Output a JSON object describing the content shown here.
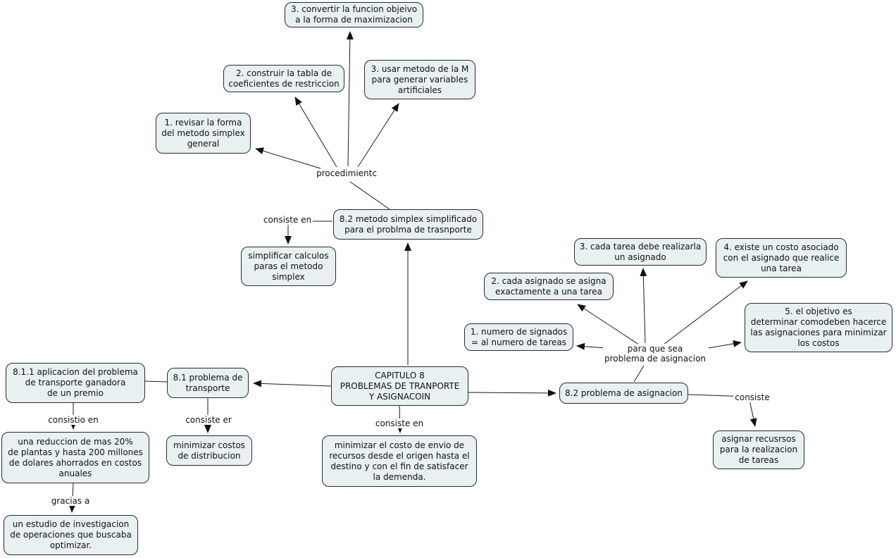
{
  "diagram": {
    "type": "concept-map",
    "background_color": "#ffffff",
    "node_fill_color": "#e8f0f1",
    "node_border_color": "#2b2b2b",
    "text_color": "#111111",
    "line_color": "#1a1a1a"
  },
  "nodes": {
    "convertir_funcion": {
      "label": "3. convertir la funcion objeivo\na la forma de maximizacion"
    },
    "construir_tabla": {
      "label": "2. construir la tabla de\ncoeficientes de restriccion"
    },
    "usar_metodo_m": {
      "label": "3. usar metodo de la M\npara generar variables\nartificiales"
    },
    "revisar_forma": {
      "label": "1. revisar la forma\ndel metodo simplex\ngeneral"
    },
    "metodo_simplex": {
      "label": "8.2 metodo simplex simplificado\npara el problma de trasnporte"
    },
    "simplificar_calculos": {
      "label": "simplificar calculos\nparas el metodo\nsimplex"
    },
    "tarea_asignado": {
      "label": "3. cada tarea debe realizarla\nun asignado"
    },
    "costo_asociado": {
      "label": "4. existe un costo asociado\ncon el asignado que realice\nuna tarea"
    },
    "asignado_exacto": {
      "label": "2. cada asignado se asigna\nexactamente a una tarea"
    },
    "numero_asignados": {
      "label": "1. numero de signados\n= al numero de tareas"
    },
    "objetivo_minimizar": {
      "label": "5. el objetivo es\ndeterminar comodeben hacerce\nlas asignaciones para minimizar\nlos costos"
    },
    "capitulo_8": {
      "label": "CAPITULO 8\nPROBLEMAS DE TRANPORTE\nY ASIGNACOIN"
    },
    "problema_transporte": {
      "label": "8.1 problema de\ntransporte"
    },
    "aplicacion_premio": {
      "label": "8.1.1 aplicacion del problema\nde transporte ganadora\nde un premio"
    },
    "problema_asignacion": {
      "label": "8.2 problema de asignacion"
    },
    "reduccion_plantas": {
      "label": "una reduccion de mas 20%\nde plantas y hasta 200 millones\nde dolares ahorrados en costos\nanuales"
    },
    "minimizar_costos_distribucion": {
      "label": "minimizar costos\nde distribucion"
    },
    "minimizar_costo_envio": {
      "label": "minimizar el costo de envio de\nrecursos desde el origen hasta el\ndestino y con el fin de satisfacer\nla demenda."
    },
    "estudio_io": {
      "label": "un estudio de investigacion\nde operaciones que buscaba\noptimizar."
    },
    "asignar_recursos": {
      "label": "asignar recusrsos\npara la realizacion\nde tareas"
    }
  },
  "link_labels": {
    "procedimiento": "procedimientc",
    "consiste_en_simplex": "consiste en",
    "para_que_sea": "para que sea\nproblema de asignacion",
    "consistio_en": "consistio en",
    "consiste_er": "consiste er",
    "consiste_en_capitulo": "consiste en",
    "gracias_a": "gracias a",
    "consiste": "consiste"
  },
  "edges": [
    {
      "from": "metodo_simplex",
      "label": "procedimientc",
      "to": [
        "revisar_forma",
        "construir_tabla",
        "convertir_funcion",
        "usar_metodo_m"
      ],
      "arrow": true
    },
    {
      "from": "metodo_simplex",
      "label": "consiste en",
      "to": [
        "simplificar_calculos"
      ],
      "arrow": true
    },
    {
      "from": "capitulo_8",
      "label": "",
      "to": [
        "metodo_simplex"
      ],
      "arrow": true
    },
    {
      "from": "capitulo_8",
      "label": "",
      "to": [
        "problema_transporte"
      ],
      "arrow": true
    },
    {
      "from": "capitulo_8",
      "label": "",
      "to": [
        "problema_asignacion"
      ],
      "arrow": true
    },
    {
      "from": "capitulo_8",
      "label": "consiste en",
      "to": [
        "minimizar_costo_envio"
      ],
      "arrow": true
    },
    {
      "from": "problema_transporte",
      "label": "consiste er",
      "to": [
        "minimizar_costos_distribucion"
      ],
      "arrow": true
    },
    {
      "from": "aplicacion_premio",
      "label": "",
      "to": [
        "problema_transporte"
      ],
      "arrow": false
    },
    {
      "from": "aplicacion_premio",
      "label": "consistio en",
      "to": [
        "reduccion_plantas"
      ],
      "arrow": true
    },
    {
      "from": "reduccion_plantas",
      "label": "gracias a",
      "to": [
        "estudio_io"
      ],
      "arrow": true
    },
    {
      "from": "problema_asignacion",
      "label": "para que sea problema de asignacion",
      "to": [
        "numero_asignados",
        "asignado_exacto",
        "tarea_asignado",
        "costo_asociado",
        "objetivo_minimizar"
      ],
      "arrow": true
    },
    {
      "from": "problema_asignacion",
      "label": "consiste",
      "to": [
        "asignar_recursos"
      ],
      "arrow": true
    }
  ]
}
